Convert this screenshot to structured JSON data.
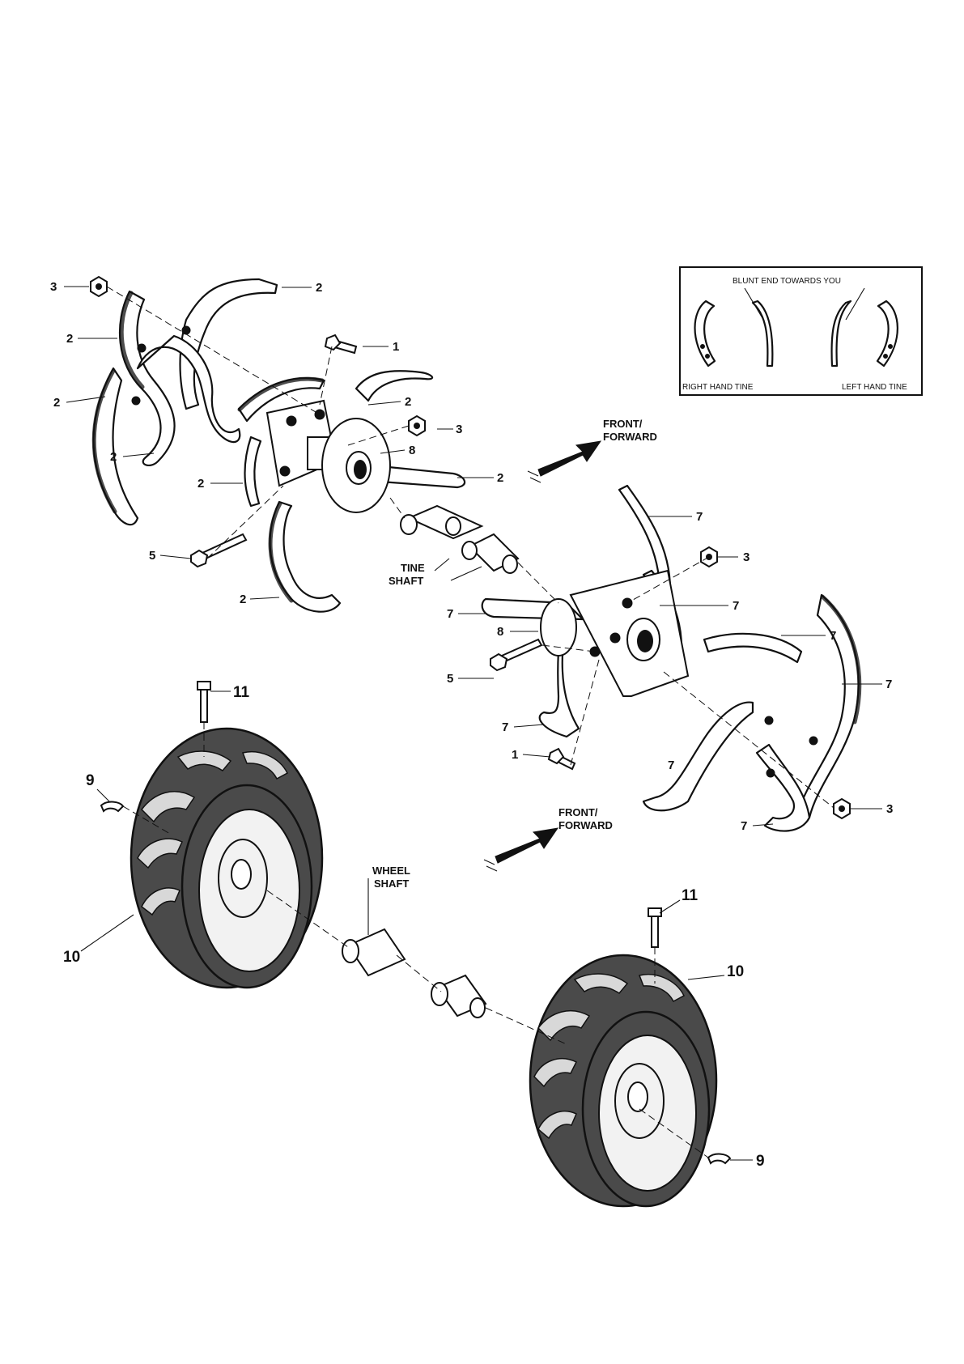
{
  "callouts": {
    "c1a": "1",
    "c1b": "1",
    "c2a": "2",
    "c2b": "2",
    "c2c": "2",
    "c2d": "2",
    "c2e": "2",
    "c2f": "2",
    "c2g": "2",
    "c2h": "2",
    "c3a": "3",
    "c3b": "3",
    "c3c": "3",
    "c3d": "3",
    "c5a": "5",
    "c5b": "5",
    "c7a": "7",
    "c7b": "7",
    "c7c": "7",
    "c7d": "7",
    "c7e": "7",
    "c7f": "7",
    "c7g": "7",
    "c7h": "7",
    "c8a": "8",
    "c8b": "8",
    "c9a": "9",
    "c9b": "9",
    "c10a": "10",
    "c10b": "10",
    "c11a": "11",
    "c11b": "11"
  },
  "labels": {
    "tine_shaft": [
      "TINE",
      "SHAFT"
    ],
    "wheel_shaft": [
      "WHEEL",
      "SHAFT"
    ],
    "front_forward_1": [
      "FRONT/",
      "FORWARD"
    ],
    "front_forward_2": [
      "FRONT/",
      "FORWARD"
    ]
  },
  "inset": {
    "title": "BLUNT END TOWARDS YOU",
    "right_caption": "RIGHT HAND TINE",
    "left_caption": "LEFT HAND TINE"
  }
}
